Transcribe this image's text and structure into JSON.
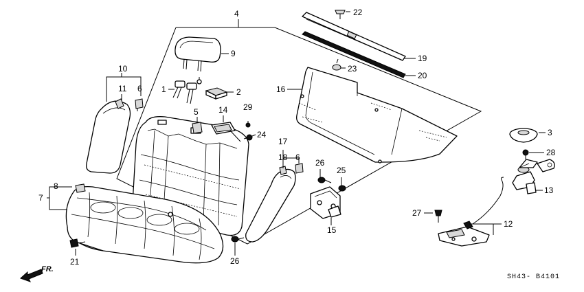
{
  "diagram_code": "SH43- B4101",
  "direction_label": "FR.",
  "callouts": {
    "c1": "1",
    "c2": "2",
    "c3": "3",
    "c4": "4",
    "c5": "5",
    "c6a": "6",
    "c6b": "6",
    "c7": "7",
    "c8": "8",
    "c9": "9",
    "c10": "10",
    "c11": "11",
    "c12": "12",
    "c13": "13",
    "c14": "14",
    "c15": "15",
    "c16": "16",
    "c17": "17",
    "c18": "18",
    "c19": "19",
    "c20": "20",
    "c21": "21",
    "c22": "22",
    "c23": "23",
    "c24": "24",
    "c25": "25",
    "c26a": "26",
    "c26b": "26",
    "c27": "27",
    "c28": "28",
    "c29": "29"
  }
}
